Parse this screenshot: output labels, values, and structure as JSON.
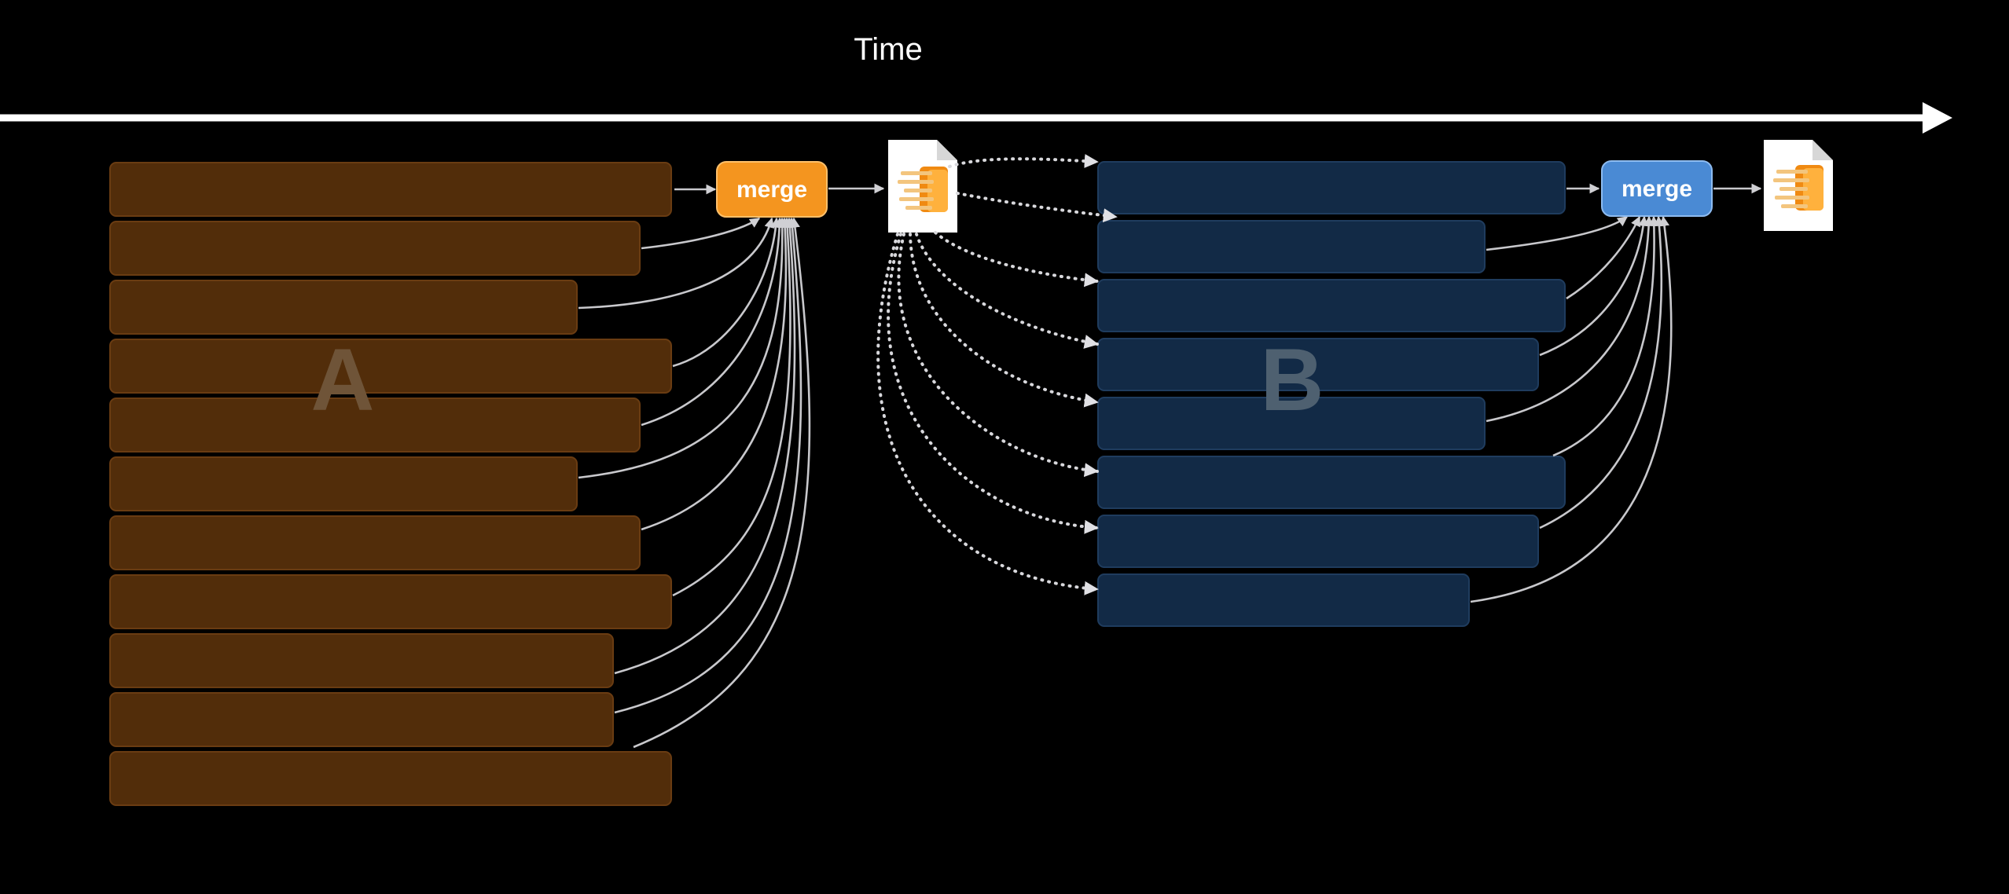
{
  "axis": {
    "label": "Time"
  },
  "groups": {
    "a": {
      "label": "A",
      "color": "#522d0a",
      "label_color": "#6f5438"
    },
    "b": {
      "label": "B",
      "color": "#122a46",
      "label_color": "#4e6070"
    }
  },
  "merge_nodes": {
    "a": {
      "label": "merge",
      "color": "#f4951f"
    },
    "b": {
      "label": "merge",
      "color": "#4a8ad4"
    }
  },
  "icons": {
    "file": "document-icon"
  }
}
